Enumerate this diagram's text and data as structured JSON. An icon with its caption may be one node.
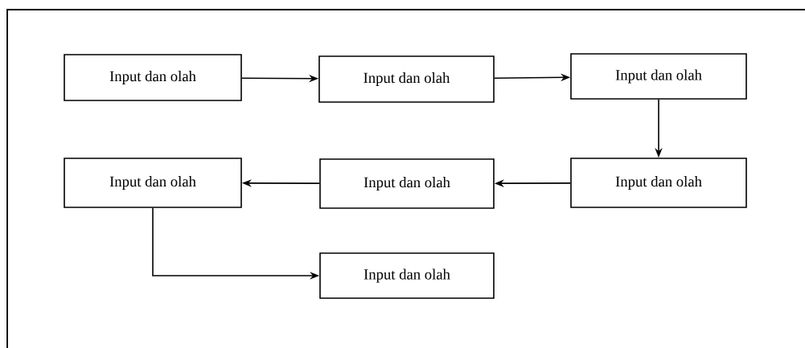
{
  "diagram": {
    "nodes": [
      {
        "text": [
          "Input dan olah"
        ]
      },
      {
        "text": [
          "Input dan olah"
        ]
      },
      {
        "text": [
          "Input dan olah"
        ]
      },
      {
        "text": [
          "Input dan olah"
        ]
      },
      {
        "text": [
          "Input dan olah"
        ]
      },
      {
        "text": [
          "Input dan olah"
        ]
      },
      {
        "text": [
          "Input dan olah"
        ]
      }
    ],
    "edges": [
      {
        "from": 0,
        "to": 1,
        "arrow": "to"
      },
      {
        "from": 1,
        "to": 2,
        "arrow": "to"
      },
      {
        "from": 2,
        "to": 3,
        "arrow": "to"
      },
      {
        "from": 3,
        "to": 4,
        "arrow": "to"
      },
      {
        "from": 4,
        "to": 5,
        "arrow": "to"
      },
      {
        "from": 5,
        "to": 6,
        "arrow": "to"
      }
    ]
  }
}
